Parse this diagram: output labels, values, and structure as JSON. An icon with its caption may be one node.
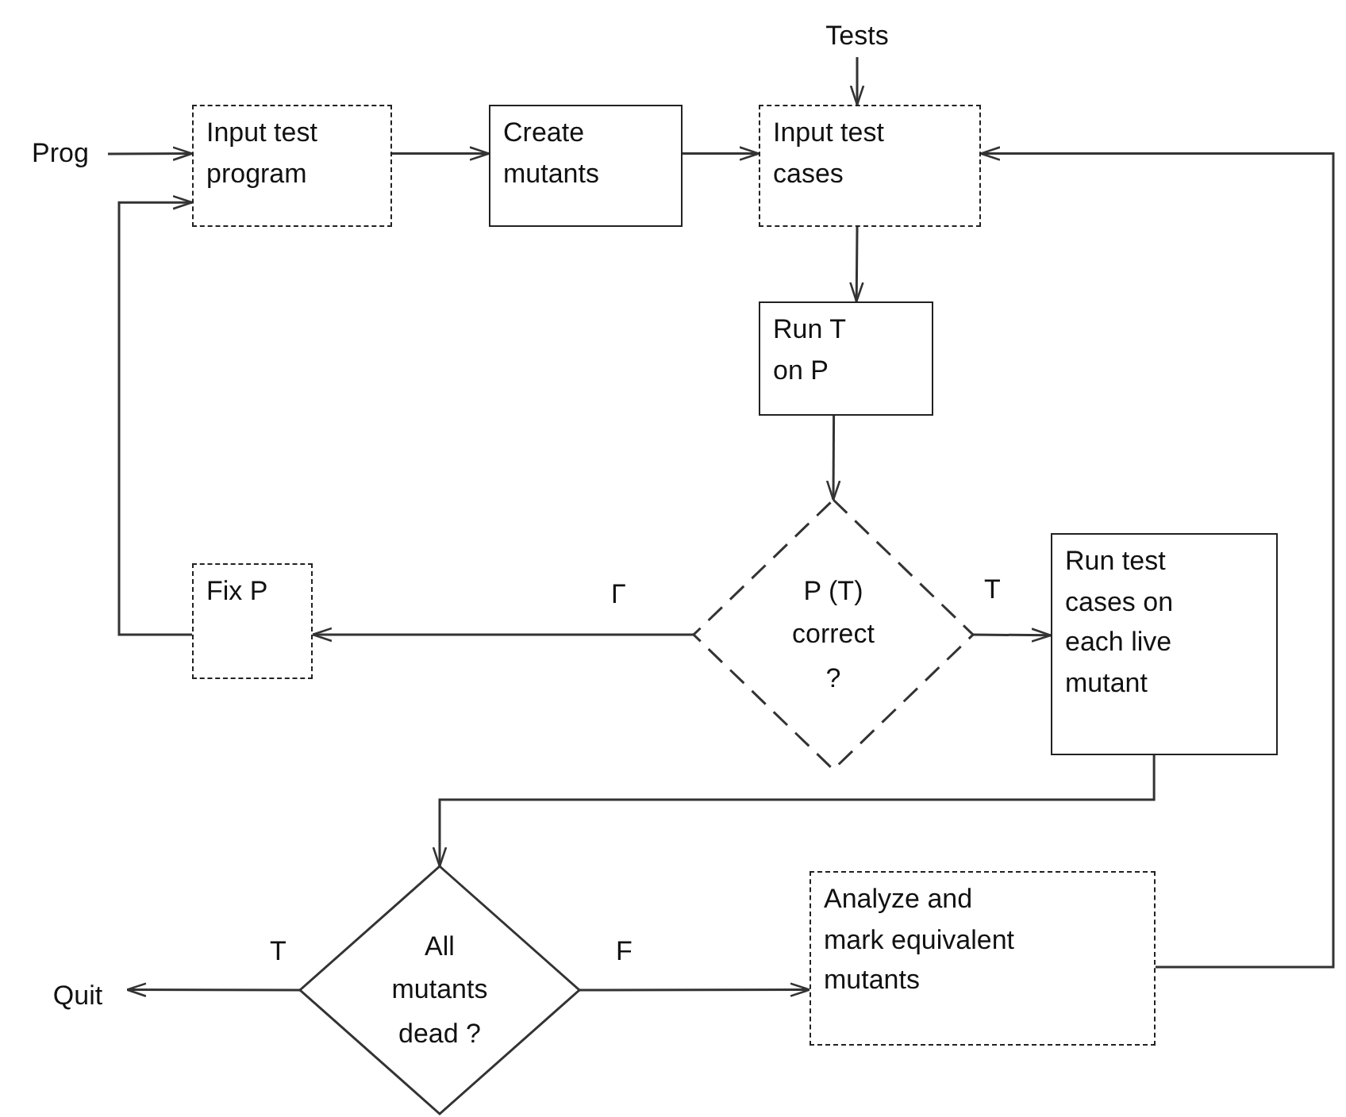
{
  "diagram": {
    "nodes": [
      {
        "text": [
          "Prog"
        ]
      },
      {
        "text": [
          "Input test program"
        ]
      },
      {
        "text": [
          "Create mutants"
        ]
      },
      {
        "text": [
          "Tests"
        ]
      },
      {
        "text": [
          "Input test cases"
        ]
      },
      {
        "text": [
          "Run T on P"
        ]
      },
      {
        "text": [
          "P (T) correct ?"
        ]
      },
      {
        "text": [
          "Fix P"
        ]
      },
      {
        "text": [
          "Run test cases on each live mutant"
        ]
      },
      {
        "text": [
          "All mutants dead ?"
        ]
      },
      {
        "text": [
          "Quit"
        ]
      },
      {
        "text": [
          "Analyze and mark equivalent mutants"
        ]
      }
    ],
    "edges": [
      {
        "from": 0,
        "to": 1,
        "arrow": "to"
      },
      {
        "from": 1,
        "to": 2,
        "arrow": "to"
      },
      {
        "from": 2,
        "to": 4,
        "arrow": "to"
      },
      {
        "from": 3,
        "to": 4,
        "arrow": "to"
      },
      {
        "from": 4,
        "to": 5,
        "arrow": "to"
      },
      {
        "from": 5,
        "to": 6,
        "arrow": "to"
      },
      {
        "from": 6,
        "to": 7,
        "arrow": "to",
        "label": "Γ"
      },
      {
        "from": 6,
        "to": 8,
        "arrow": "to",
        "label": "T"
      },
      {
        "from": 7,
        "to": 1,
        "arrow": "to"
      },
      {
        "from": 8,
        "to": 9,
        "arrow": "to"
      },
      {
        "from": 9,
        "to": 10,
        "arrow": "to",
        "label": "T"
      },
      {
        "from": 9,
        "to": 11,
        "arrow": "to",
        "label": "F"
      },
      {
        "from": 11,
        "to": 4,
        "arrow": "to"
      }
    ]
  }
}
